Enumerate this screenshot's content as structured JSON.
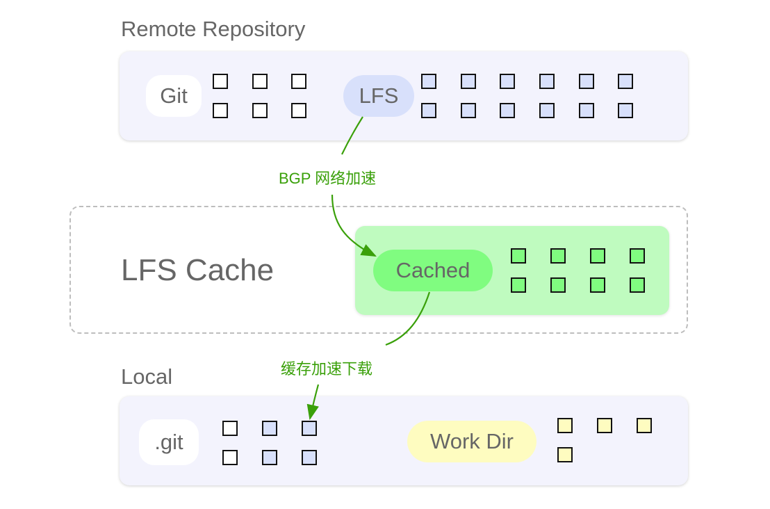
{
  "remote": {
    "title": "Remote Repository",
    "git_label": "Git",
    "lfs_label": "LFS",
    "git_objects": 6,
    "lfs_objects": 12
  },
  "cache": {
    "title": "LFS Cache",
    "cached_label": "Cached",
    "cached_objects": 8
  },
  "local": {
    "title": "Local",
    "git_label": ".git",
    "git_objects_plain": 2,
    "git_objects_lfs": 4,
    "workdir_label": "Work Dir",
    "workdir_objects": 4
  },
  "edges": [
    {
      "from": "LFS",
      "to": "Cached",
      "label": "BGP 网络加速"
    },
    {
      "from": "Cached",
      "to": ".git",
      "label": "缓存加速下载"
    }
  ],
  "colors": {
    "panel_bg": "#f3f3fd",
    "lfs_blue": "#d8e0fb",
    "cache_green_bg": "#bffbbf",
    "cache_green": "#80fc80",
    "workdir_yellow": "#fefcc0",
    "arrow_green": "#3aa00a"
  }
}
